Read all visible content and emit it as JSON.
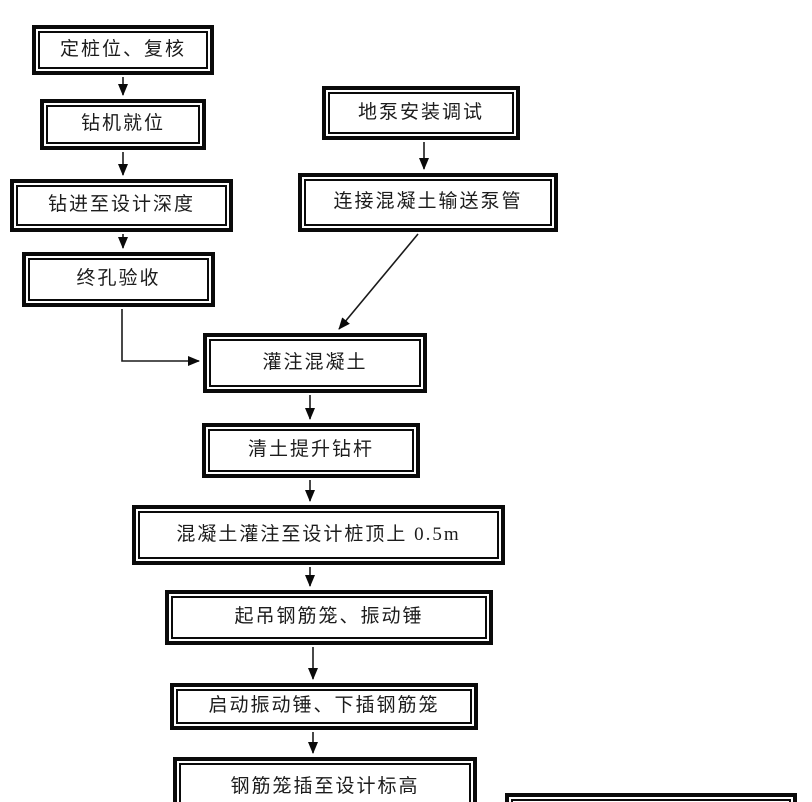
{
  "diagram_type": "flowchart",
  "colors": {
    "ink": "#0a0a0a",
    "background": "#ffffff",
    "text": "#1c1c1c"
  },
  "nodes": [
    {
      "id": "n1",
      "label": "定桩位、复核"
    },
    {
      "id": "n2",
      "label": "钻机就位"
    },
    {
      "id": "n3",
      "label": "钻进至设计深度"
    },
    {
      "id": "n4",
      "label": "终孔验收"
    },
    {
      "id": "n5",
      "label": "地泵安装调试"
    },
    {
      "id": "n6",
      "label": "连接混凝土输送泵管"
    },
    {
      "id": "n7",
      "label": "灌注混凝土"
    },
    {
      "id": "n8",
      "label": "清土提升钻杆"
    },
    {
      "id": "n9",
      "label": "混凝土灌注至设计桩顶上 0.5m"
    },
    {
      "id": "n10",
      "label": "起吊钢筋笼、振动锤"
    },
    {
      "id": "n11",
      "label": "启动振动锤、下插钢筋笼"
    },
    {
      "id": "n12",
      "label": "钢筋笼插至设计标高"
    },
    {
      "id": "n13",
      "label": ""
    }
  ],
  "edges": [
    {
      "from": "定桩位、复核",
      "to": "钻机就位",
      "shape": "straight-down"
    },
    {
      "from": "钻机就位",
      "to": "钻进至设计深度",
      "shape": "straight-down"
    },
    {
      "from": "钻进至设计深度",
      "to": "终孔验收",
      "shape": "straight-down"
    },
    {
      "from": "终孔验收",
      "to": "灌注混凝土",
      "shape": "elbow-down-right"
    },
    {
      "from": "地泵安装调试",
      "to": "连接混凝土输送泵管",
      "shape": "straight-down"
    },
    {
      "from": "连接混凝土输送泵管",
      "to": "灌注混凝土",
      "shape": "diagonal-down-left"
    },
    {
      "from": "灌注混凝土",
      "to": "清土提升钻杆",
      "shape": "straight-down"
    },
    {
      "from": "清土提升钻杆",
      "to": "混凝土灌注至设计桩顶上 0.5m",
      "shape": "straight-down"
    },
    {
      "from": "混凝土灌注至设计桩顶上 0.5m",
      "to": "起吊钢筋笼、振动锤",
      "shape": "straight-down"
    },
    {
      "from": "起吊钢筋笼、振动锤",
      "to": "启动振动锤、下插钢筋笼",
      "shape": "straight-down"
    },
    {
      "from": "启动振动锤、下插钢筋笼",
      "to": "钢筋笼插至设计标高",
      "shape": "straight-down"
    }
  ]
}
